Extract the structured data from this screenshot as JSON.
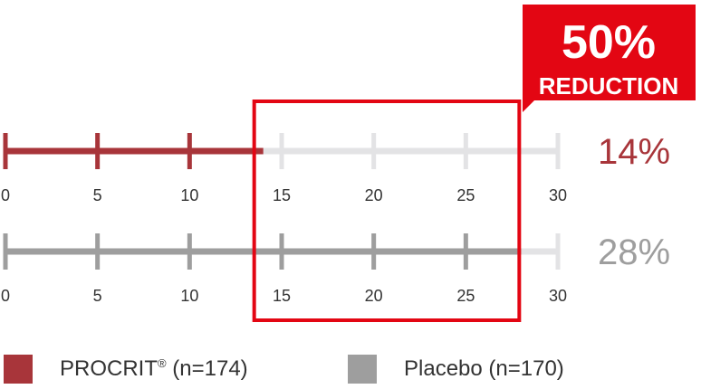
{
  "chart_data": {
    "type": "bar",
    "axis": {
      "ticks": [
        0,
        5,
        10,
        15,
        20,
        25,
        30
      ],
      "min": 0,
      "max": 30
    },
    "series": [
      {
        "name": "PROCRIT® (n=174)",
        "value": 14,
        "value_label": "14%",
        "color": "#a8353a"
      },
      {
        "name": "Placebo (n=170)",
        "value": 28,
        "value_label": "28%",
        "color": "#9e9e9e"
      }
    ],
    "highlight": {
      "from": 14,
      "to": 28,
      "label_main": "50%",
      "label_sub": "REDUCTION",
      "color": "#e30613"
    },
    "track_color": "#e3e3e5"
  },
  "legend": {
    "procrit": {
      "label_main": "PROCRIT",
      "label_sup": "®",
      "label_rest": " (n=174)"
    },
    "placebo": {
      "label": "Placebo (n=170)"
    }
  }
}
